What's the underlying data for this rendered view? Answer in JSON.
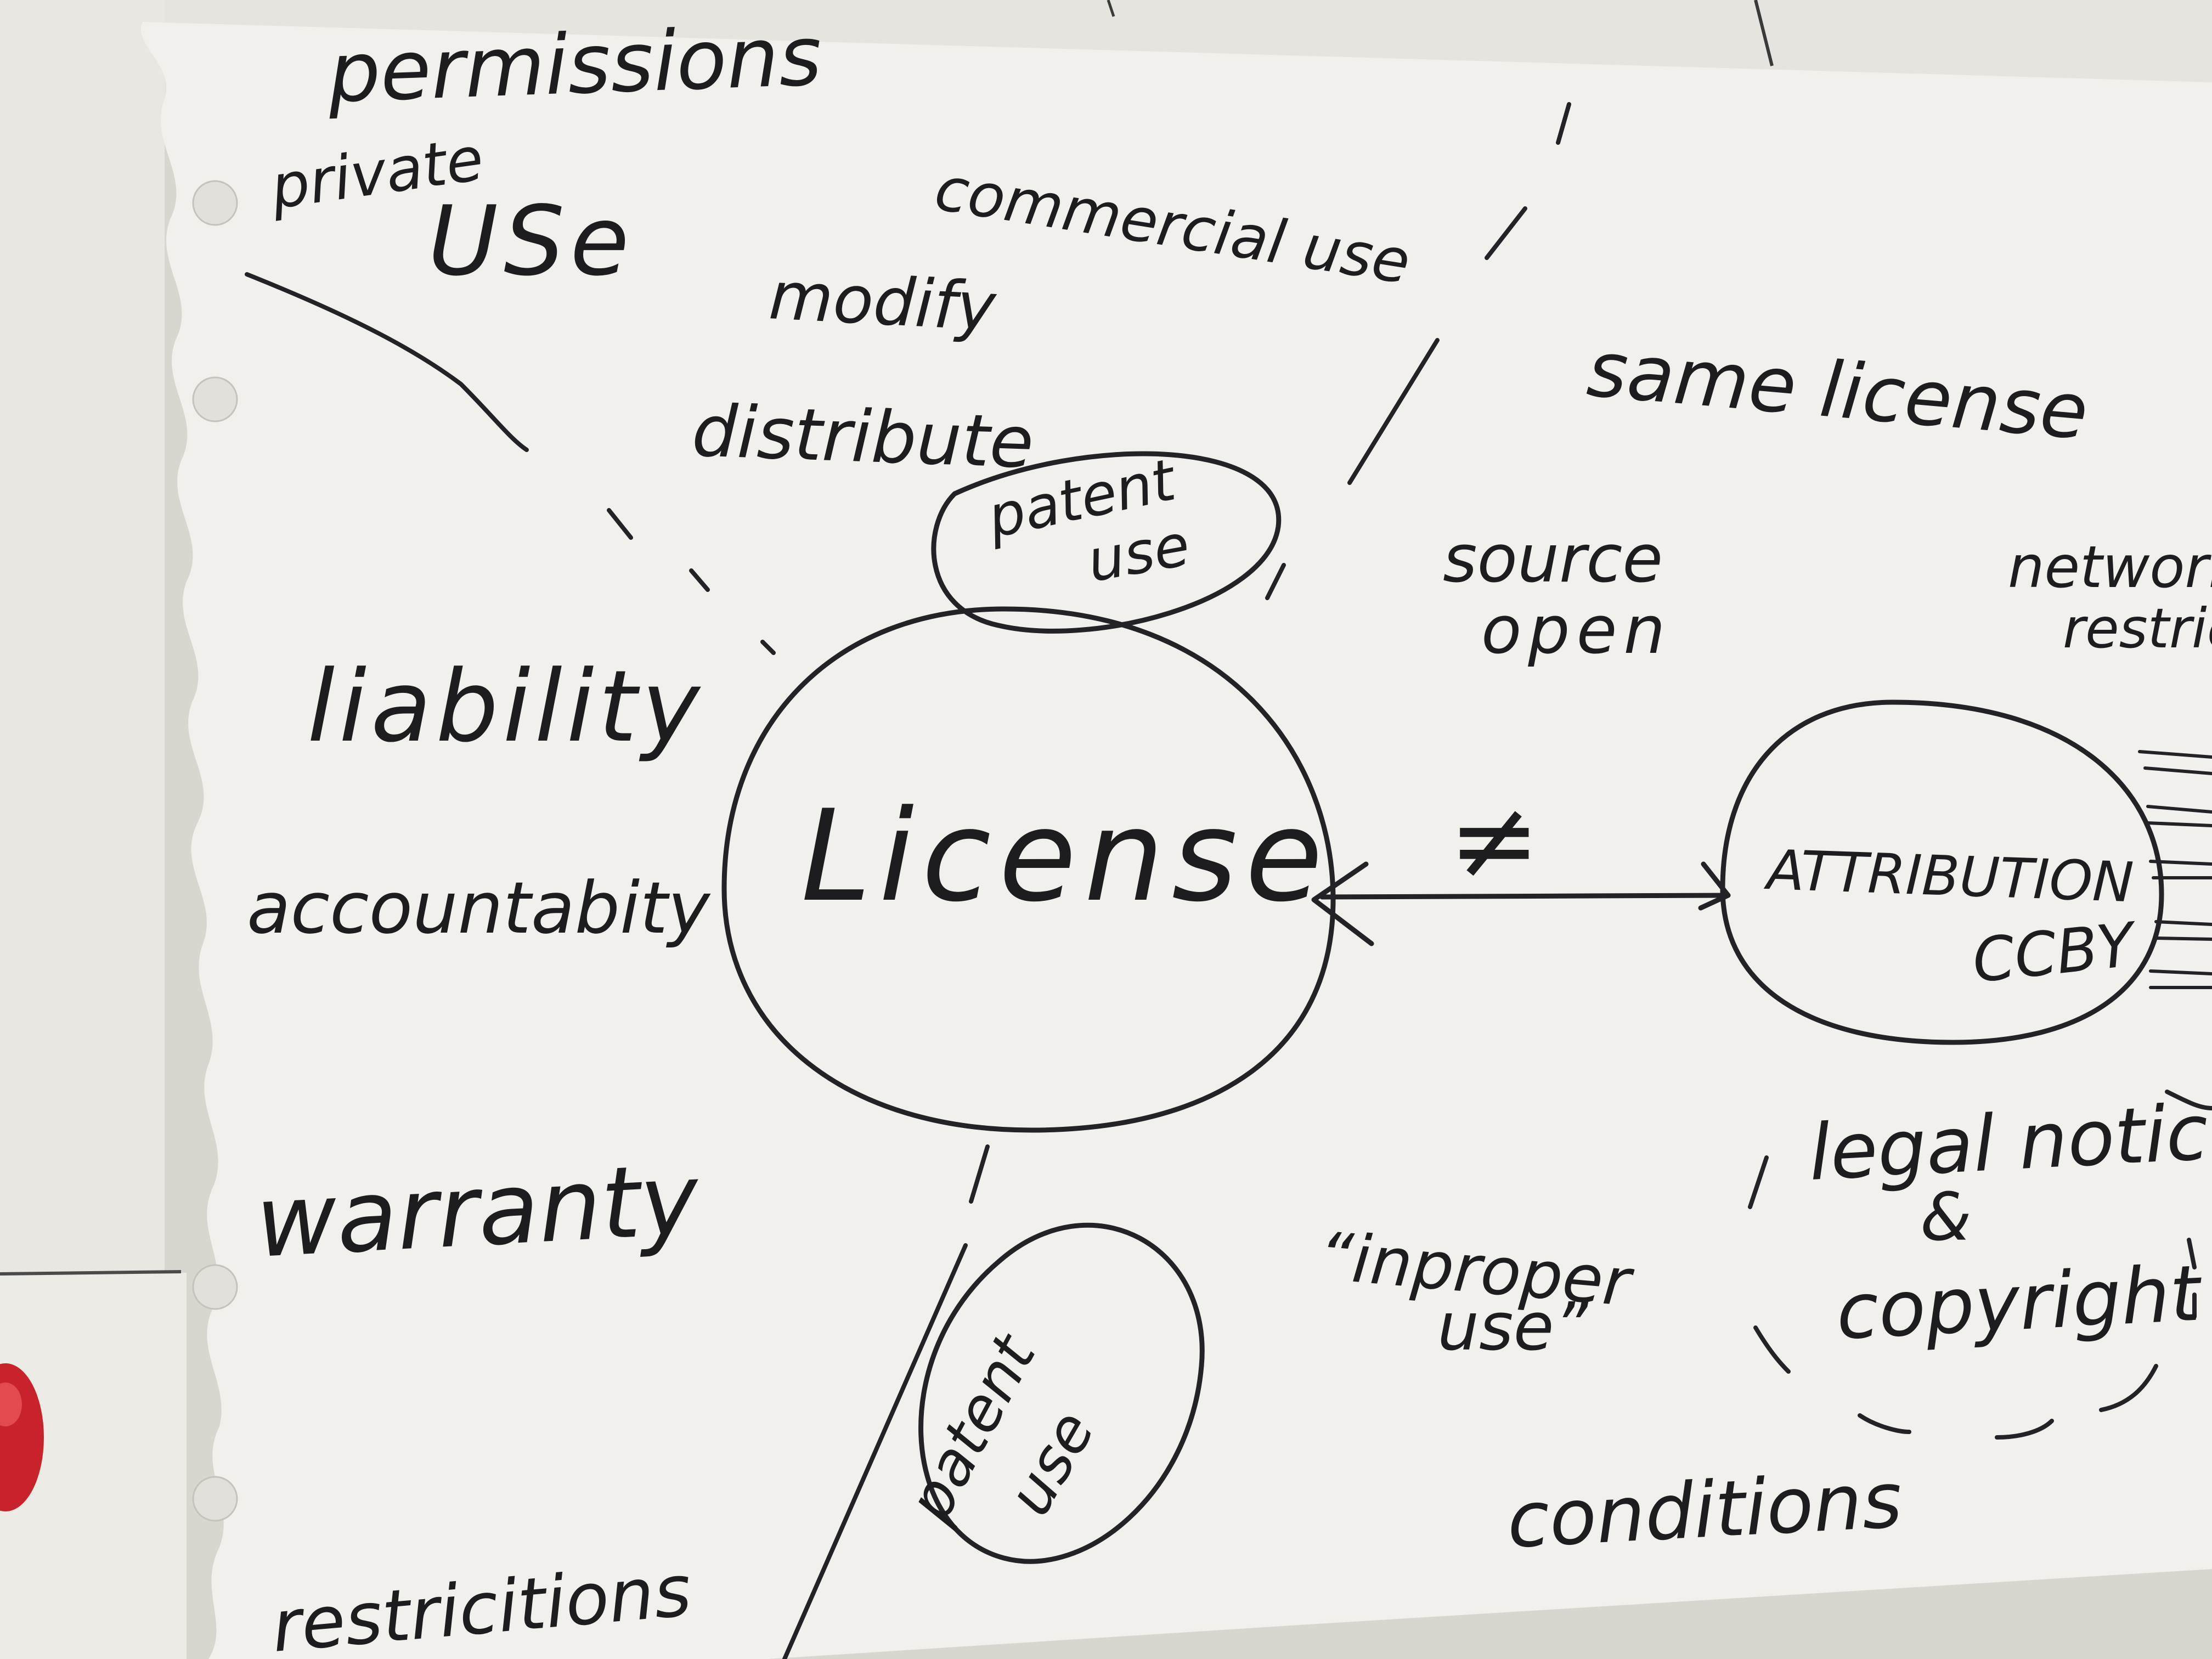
{
  "section_labels": {
    "permissions": "permissions",
    "conditions": "conditions",
    "restrictions": "restricitions"
  },
  "permissions": {
    "private_use_line1": "private",
    "private_use_line2": "USe",
    "commercial_use": "commercial use",
    "modify": "modify",
    "distribute": "distribute",
    "patent_use_line1": "patent",
    "patent_use_line2": "use"
  },
  "center": {
    "license": "License",
    "not_equal": "≠",
    "attribution_line1": "ATTRIBUTION",
    "attribution_line2": "CCBY"
  },
  "conditions": {
    "same_license": "same license",
    "source_open_line1": "source",
    "source_open_line2": "open",
    "network_line1": "network",
    "network_line2": "restric",
    "legal_notice": "legal notice",
    "ampersand": "&",
    "copyright": "copyright"
  },
  "limitations": {
    "liability": "liability",
    "accountability": "accountabity",
    "warranty": "warranty"
  },
  "restrictions": {
    "patent_use_line1": "patent",
    "patent_use_line2": "use",
    "improper_use_line1": "“inproper",
    "improper_use_line2": "use”"
  },
  "colors": {
    "wall": "#d9d6d0",
    "paper": "#f1f0ec",
    "ink": "#1d1c1f",
    "magnet": "#c8232c"
  }
}
